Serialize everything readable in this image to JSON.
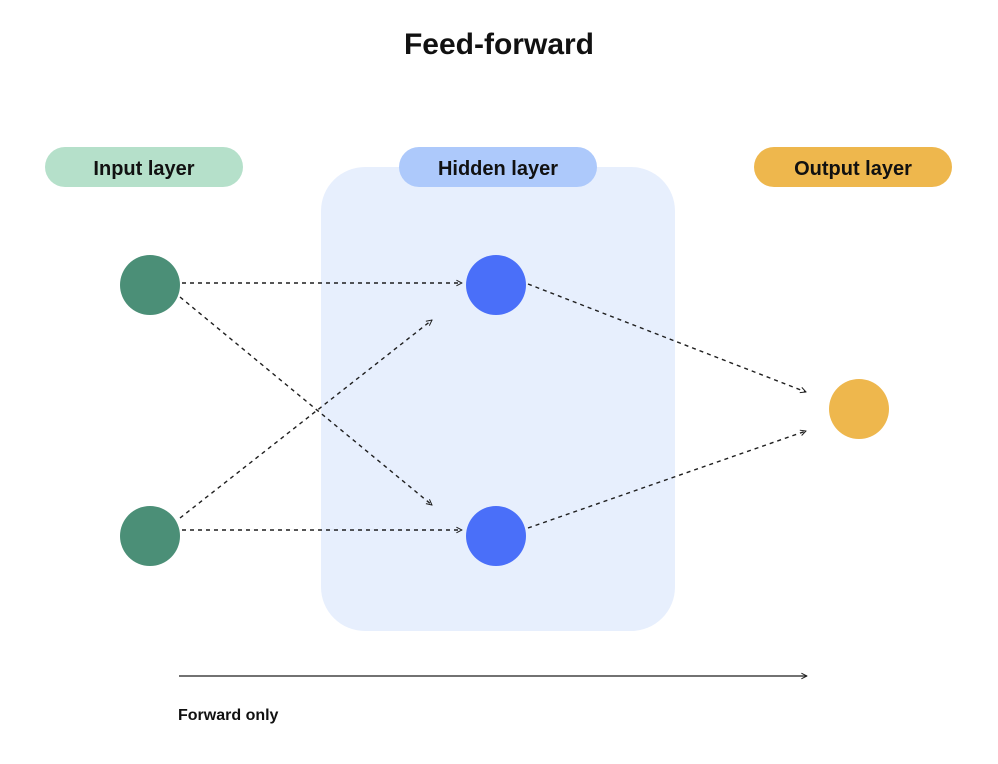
{
  "title": "Feed-forward",
  "layers": {
    "input": {
      "label": "Input layer",
      "pill_color": "#b5e0ca",
      "node_color": "#4b8f77"
    },
    "hidden": {
      "label": "Hidden layer",
      "pill_color": "#adc9fb",
      "node_color": "#4a6ff9",
      "panel_color": "#e7effd"
    },
    "output": {
      "label": "Output layer",
      "pill_color": "#eeb74d",
      "node_color": "#eeb74d"
    }
  },
  "arrow_caption": "Forward only"
}
